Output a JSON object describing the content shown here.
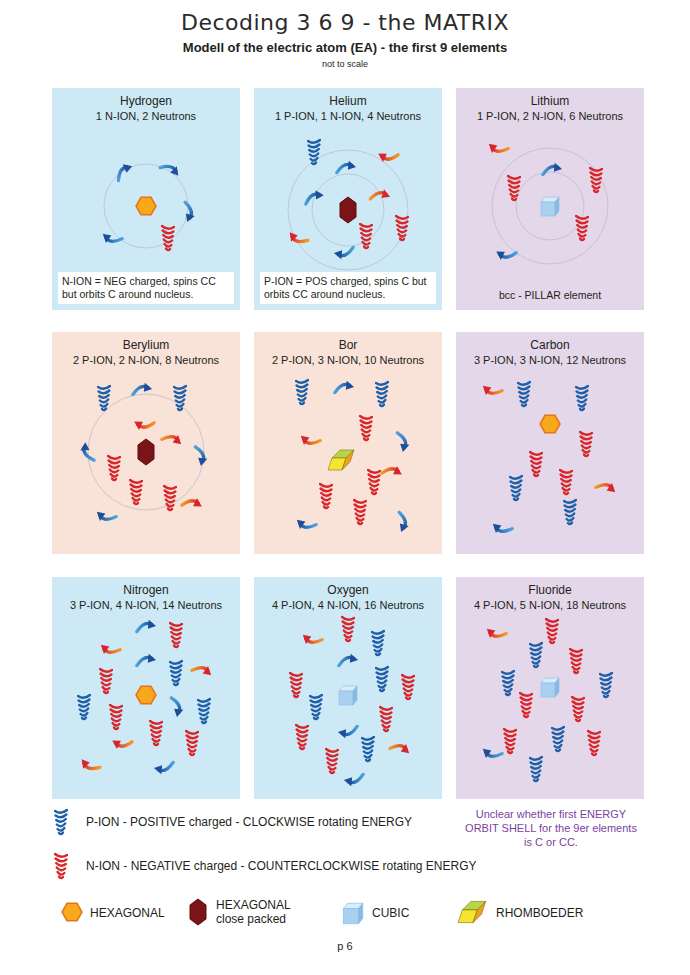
{
  "diagram": {
    "title": "Decoding 3 6 9 - the MATRIX",
    "nodes": [
      {
        "text": [
          "Hydrogen",
          "1 N-ION, 2 Neutrons",
          "N-ION = NEG charged, spins CC but orbits C around nucleus."
        ]
      },
      {
        "text": [
          "Helium",
          "1 P-ION, 1 N-ION, 4 Neutrons",
          "P-ION = POS charged, spins C but orbits CC around nucleus."
        ]
      },
      {
        "text": [
          "Lithium",
          "1 P-ION, 2 N-ION, 6 Neutrons",
          "bcc - PILLAR element"
        ]
      },
      {
        "text": [
          "Berylium",
          "2 P-ION, 2 N-ION, 8 Neutrons"
        ]
      },
      {
        "text": [
          "Bor",
          "2 P-ION, 3 N-ION, 10 Neutrons"
        ]
      },
      {
        "text": [
          "Carbon",
          "3 P-ION, 3 N-ION, 12 Neutrons"
        ]
      },
      {
        "text": [
          "Nitrogen",
          "3 P-ION, 4 N-ION, 14 Neutrons"
        ]
      },
      {
        "text": [
          "Oxygen",
          "4 P-ION, 4 N-ION, 16 Neutrons"
        ]
      },
      {
        "text": [
          "Fluoride",
          "4 P-ION, 5 N-ION, 18 Neutrons"
        ]
      }
    ],
    "labels": [
      "Modell of the electric atom (EA) - the first 9 elements",
      "not to scale",
      "Unclear whether first ENERGY ORBIT SHELL for the 9er elements is C or CC.",
      "p 6"
    ],
    "legend": [
      {
        "text": "P-ION - POSITIVE charged - CLOCKWISE rotating ENERGY"
      },
      {
        "text": "N-ION - NEGATIVE charged - COUNTERCLOCKWISE rotating ENERGY"
      },
      {
        "text": "HEXAGONAL"
      },
      {
        "text": "HEXAGONAL close packed"
      },
      {
        "text": "CUBIC"
      },
      {
        "text": "RHOMBOEDER"
      }
    ]
  }
}
